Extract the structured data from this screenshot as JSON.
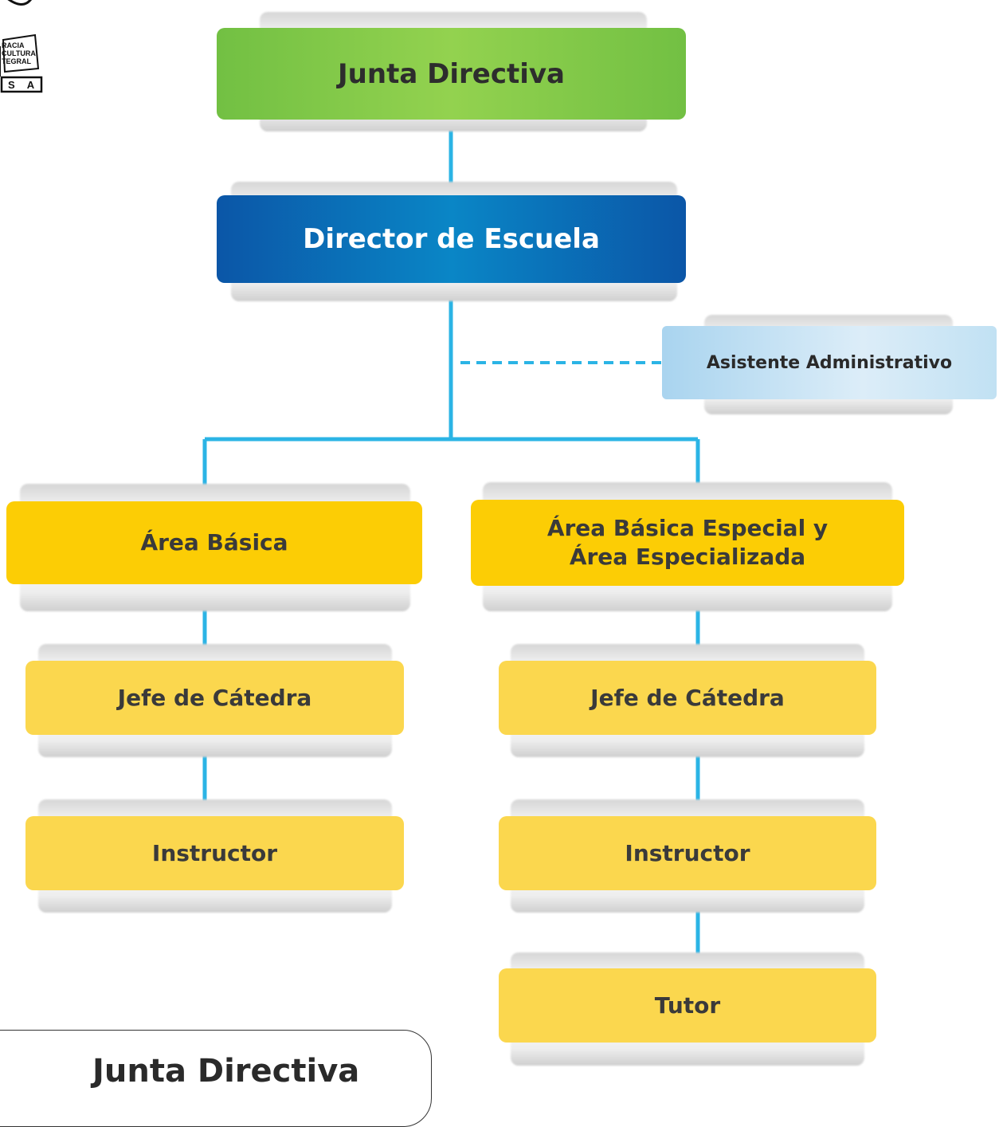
{
  "org": {
    "top": "Junta Directiva",
    "director": "Director de Escuela",
    "assistant": "Asistente Administrativo",
    "left_area": "Área Básica",
    "right_area_line1": "Área Básica Especial y",
    "right_area_line2": "Área Especializada",
    "left_chief": "Jefe de Cátedra",
    "left_instructor": "Instructor",
    "right_chief": "Jefe de Cátedra",
    "right_instructor": "Instructor",
    "right_tutor": "Tutor"
  },
  "logo": {
    "line1": "RACIA",
    "line2": "CULTURA",
    "line3": "TEGRAL",
    "badge": "S A"
  },
  "legend": {
    "title": "Junta Directiva"
  },
  "colors": {
    "connector": "#2bb4e5",
    "green": "#93d24f",
    "blue": "#0a6fba",
    "gold": "#fccd05",
    "yellow": "#fbd74e",
    "light_blue": "#cfe7f6"
  }
}
